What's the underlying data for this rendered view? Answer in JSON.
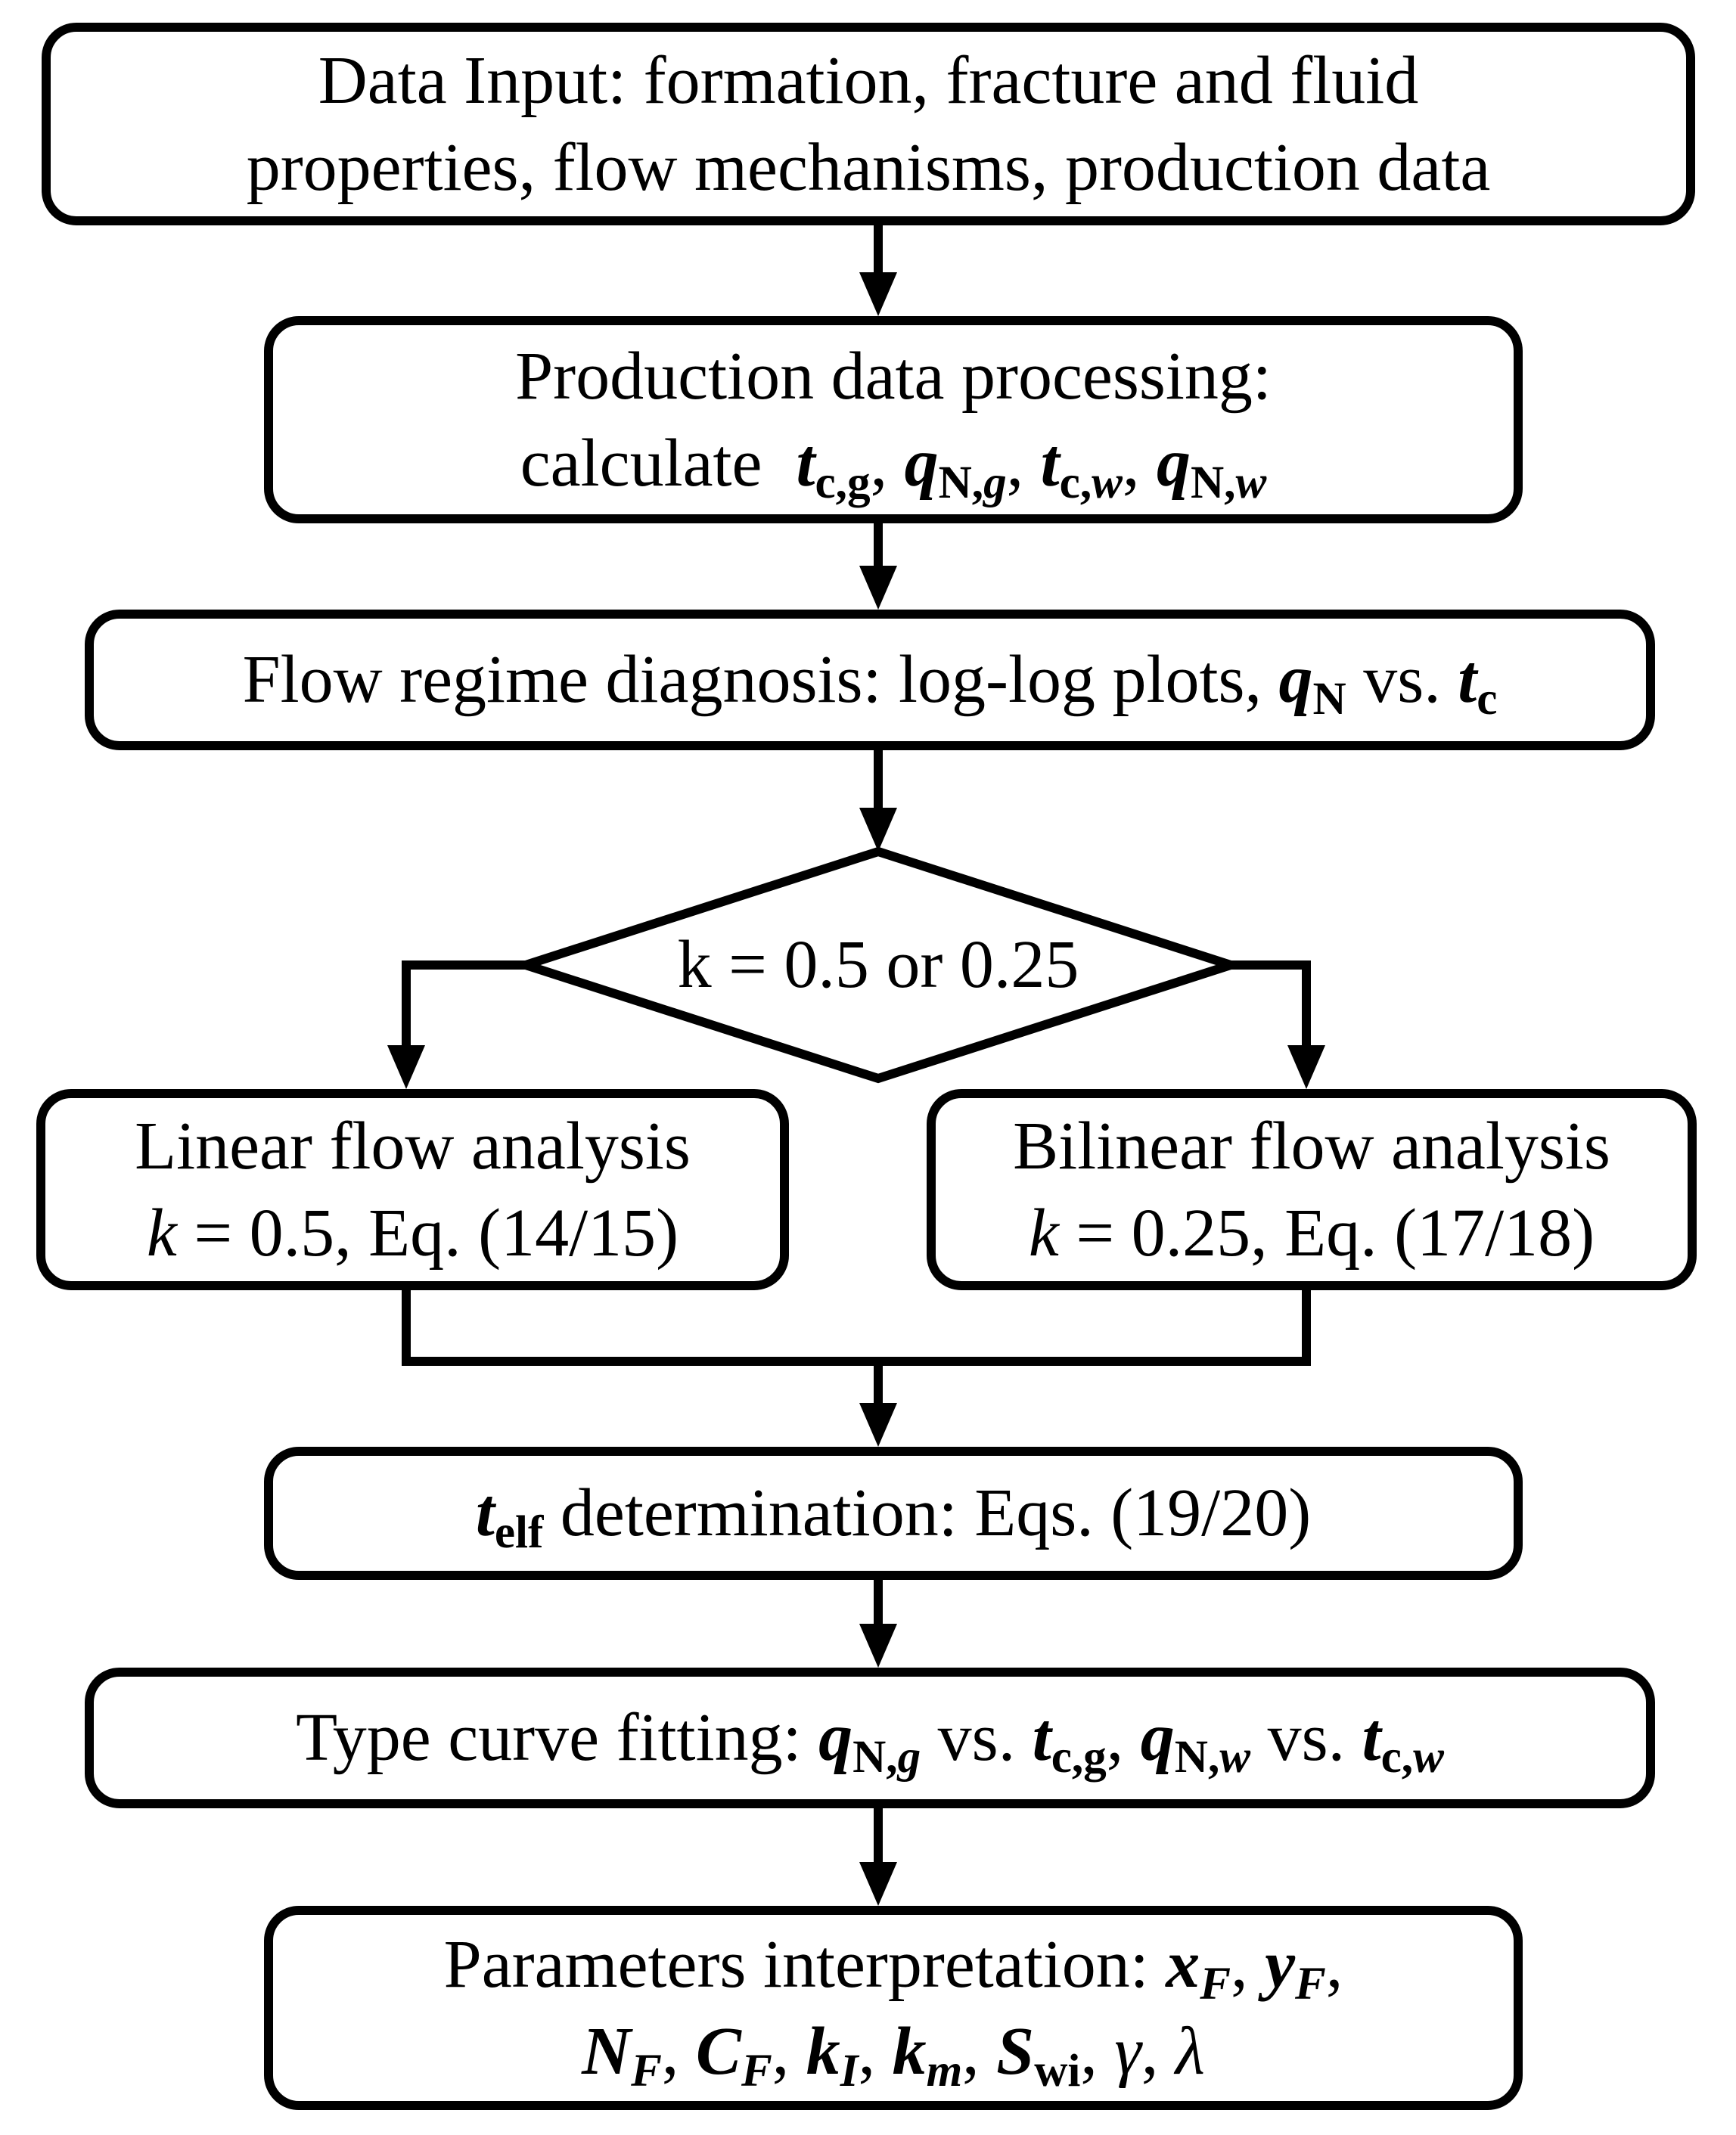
{
  "colors": {
    "line": "#000000",
    "background": "#ffffff",
    "text": "#000000"
  },
  "nodes": {
    "data_input": {
      "shape": "rounded-box",
      "lines": [
        [
          {
            "t": "Data Input: formation, fracture and fluid"
          }
        ],
        [
          {
            "t": "properties, flow mechanisms, production data"
          }
        ]
      ]
    },
    "production_processing": {
      "shape": "rounded-box",
      "lines": [
        [
          {
            "t": "Production data processing:"
          }
        ],
        [
          {
            "t": "calculate  "
          },
          {
            "t": "t",
            "st": "bi"
          },
          {
            "t": "c,g",
            "st": "b-sub"
          },
          {
            "t": ", "
          },
          {
            "t": "q",
            "st": "bi"
          },
          {
            "t": "N,",
            "st": "b-sub"
          },
          {
            "t": "g",
            "st": "bi-sub"
          },
          {
            "t": ", "
          },
          {
            "t": "t",
            "st": "bi"
          },
          {
            "t": "c,",
            "st": "b-sub"
          },
          {
            "t": "w",
            "st": "bi-sub"
          },
          {
            "t": ", "
          },
          {
            "t": "q",
            "st": "bi"
          },
          {
            "t": "N,",
            "st": "b-sub"
          },
          {
            "t": "w",
            "st": "bi-sub"
          }
        ]
      ]
    },
    "flow_regime_diagnosis": {
      "shape": "rounded-box",
      "lines": [
        [
          {
            "t": "Flow regime diagnosis: log-log plots, "
          },
          {
            "t": "q",
            "st": "bi"
          },
          {
            "t": "N",
            "st": "b-sub"
          },
          {
            "t": " vs. "
          },
          {
            "t": "t",
            "st": "bi"
          },
          {
            "t": "c",
            "st": "b-sub"
          }
        ]
      ]
    },
    "k_decision": {
      "shape": "diamond",
      "lines": [
        [
          {
            "t": "k = 0.5 or 0.25"
          }
        ]
      ]
    },
    "linear_flow": {
      "shape": "rounded-box",
      "lines": [
        [
          {
            "t": "Linear flow analysis"
          }
        ],
        [
          {
            "t": "k",
            "st": "i"
          },
          {
            "t": " = 0.5, Eq. (14/15)"
          }
        ]
      ]
    },
    "bilinear_flow": {
      "shape": "rounded-box",
      "lines": [
        [
          {
            "t": "Bilinear flow analysis"
          }
        ],
        [
          {
            "t": "k",
            "st": "i"
          },
          {
            "t": " = 0.25, Eq. (17/18)"
          }
        ]
      ]
    },
    "telf_determination": {
      "shape": "rounded-box",
      "lines": [
        [
          {
            "t": "t",
            "st": "bi"
          },
          {
            "t": "elf",
            "st": "b-sub"
          },
          {
            "t": " determination: Eqs. (19/20)"
          }
        ]
      ]
    },
    "type_curve_fitting": {
      "shape": "rounded-box",
      "lines": [
        [
          {
            "t": "Type curve fitting: "
          },
          {
            "t": "q",
            "st": "bi"
          },
          {
            "t": "N,",
            "st": "b-sub"
          },
          {
            "t": "g",
            "st": "bi-sub"
          },
          {
            "t": " vs. "
          },
          {
            "t": "t",
            "st": "bi"
          },
          {
            "t": "c,g",
            "st": "b-sub"
          },
          {
            "t": ", "
          },
          {
            "t": "q",
            "st": "bi"
          },
          {
            "t": "N,",
            "st": "b-sub"
          },
          {
            "t": "w",
            "st": "bi-sub"
          },
          {
            "t": " vs. "
          },
          {
            "t": "t",
            "st": "bi"
          },
          {
            "t": "c,",
            "st": "b-sub"
          },
          {
            "t": "w",
            "st": "bi-sub"
          }
        ]
      ]
    },
    "parameters_interpretation": {
      "shape": "rounded-box",
      "lines": [
        [
          {
            "t": "Parameters interpretation: "
          },
          {
            "t": "x",
            "st": "bi"
          },
          {
            "t": "F",
            "st": "bi-sub"
          },
          {
            "t": ", "
          },
          {
            "t": "y",
            "st": "bi"
          },
          {
            "t": "F",
            "st": "bi-sub"
          },
          {
            "t": ","
          }
        ],
        [
          {
            "t": "N",
            "st": "bi"
          },
          {
            "t": "F",
            "st": "bi-sub"
          },
          {
            "t": ", "
          },
          {
            "t": "C",
            "st": "bi"
          },
          {
            "t": "F",
            "st": "bi-sub"
          },
          {
            "t": ", "
          },
          {
            "t": "k",
            "st": "bi"
          },
          {
            "t": "I",
            "st": "bi-sub"
          },
          {
            "t": ", "
          },
          {
            "t": "k",
            "st": "bi"
          },
          {
            "t": "m",
            "st": "bi-sub"
          },
          {
            "t": ", "
          },
          {
            "t": "S",
            "st": "bi"
          },
          {
            "t": "wi",
            "st": "b-sub"
          },
          {
            "t": ", "
          },
          {
            "t": "γ",
            "st": "i"
          },
          {
            "t": ", "
          },
          {
            "t": "λ",
            "st": "i"
          }
        ]
      ]
    }
  },
  "edges": [
    {
      "from": "data_input",
      "to": "production_processing"
    },
    {
      "from": "production_processing",
      "to": "flow_regime_diagnosis"
    },
    {
      "from": "flow_regime_diagnosis",
      "to": "k_decision"
    },
    {
      "from": "k_decision",
      "to": "linear_flow"
    },
    {
      "from": "k_decision",
      "to": "bilinear_flow"
    },
    {
      "from": "linear_flow",
      "to": "telf_determination"
    },
    {
      "from": "bilinear_flow",
      "to": "telf_determination"
    },
    {
      "from": "telf_determination",
      "to": "type_curve_fitting"
    },
    {
      "from": "type_curve_fitting",
      "to": "parameters_interpretation"
    }
  ]
}
